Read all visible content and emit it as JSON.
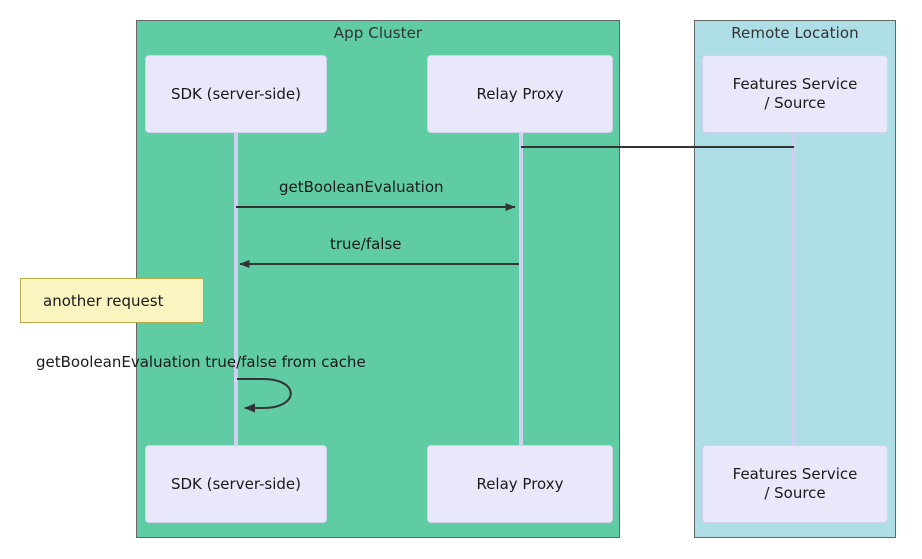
{
  "diagram": {
    "type": "sequence-diagram",
    "title": "",
    "groups": [
      {
        "id": "app-cluster",
        "label": "App Cluster",
        "color": "#5FCCA4"
      },
      {
        "id": "remote-location",
        "label": "Remote Location",
        "color": "#ADDDE5"
      }
    ],
    "participants": [
      {
        "id": "sdk",
        "label": "SDK (server-side)",
        "group": "app-cluster"
      },
      {
        "id": "relay",
        "label": "Relay Proxy",
        "group": "app-cluster"
      },
      {
        "id": "features",
        "label": "Features Service\n/ Source",
        "line1": "Features Service",
        "line2": "/ Source",
        "group": "remote-location"
      }
    ],
    "messages": [
      {
        "id": "m0",
        "label": "",
        "from": "relay",
        "to": "features",
        "direction": "right",
        "arrowhead": "none"
      },
      {
        "id": "m1",
        "label": "getBooleanEvaluation",
        "from": "sdk",
        "to": "relay",
        "direction": "right",
        "arrowhead": "solid"
      },
      {
        "id": "m2",
        "label": "true/false",
        "from": "relay",
        "to": "sdk",
        "direction": "left",
        "arrowhead": "solid"
      },
      {
        "id": "m3",
        "label": "getBooleanEvaluation true/false from cache",
        "from": "sdk",
        "to": "sdk",
        "direction": "self",
        "arrowhead": "solid"
      }
    ],
    "notes": [
      {
        "id": "note-1",
        "label": "another request",
        "fill": "#FAF4C0",
        "border": "#B8A948"
      }
    ],
    "colors": {
      "app_cluster_fill": "#5FCCA4",
      "remote_location_fill": "#ADDDE5",
      "participant_fill": "#E8E8FA",
      "lifeline": "#CFCFEF",
      "arrow": "#333333",
      "note_fill": "#FAF4C0",
      "note_border": "#B8A948",
      "text": "#1a1a1a"
    }
  }
}
